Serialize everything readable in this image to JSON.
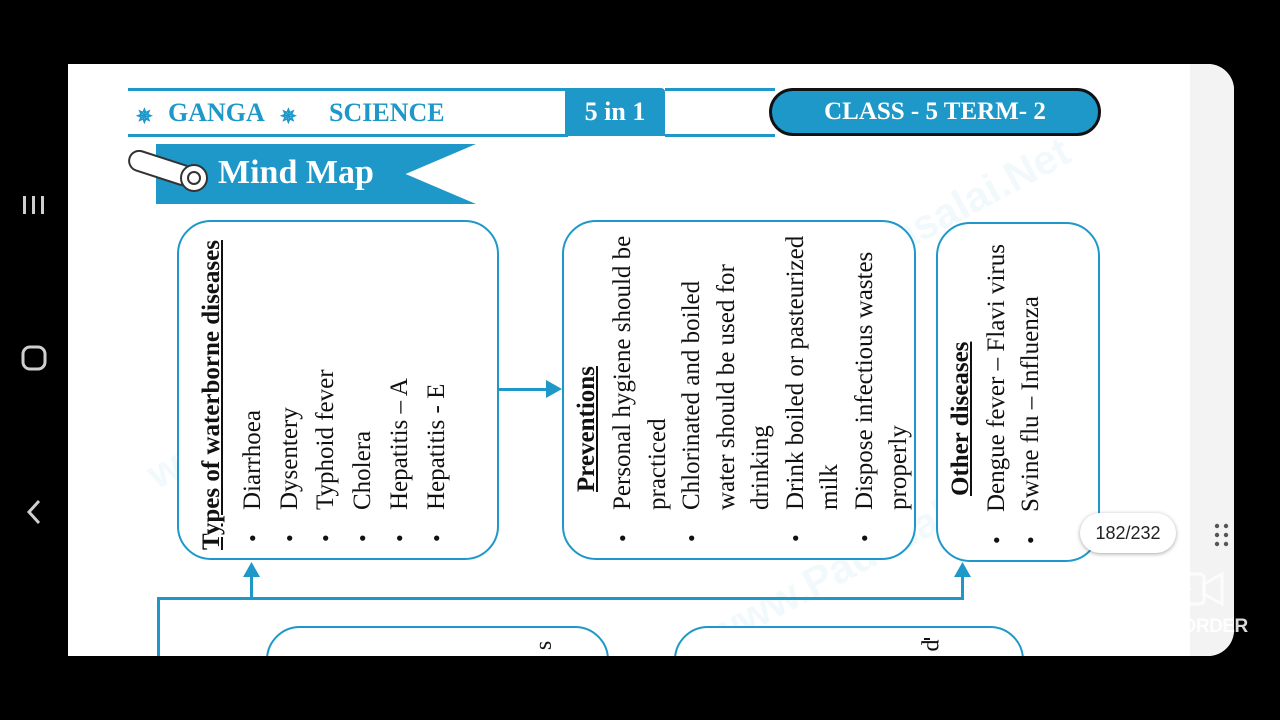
{
  "header": {
    "brand": "GANGA",
    "brand_star": "✵",
    "subject": "SCIENCE",
    "edition": "5 in 1",
    "class_term": "CLASS - 5 TERM- 2"
  },
  "banner": {
    "title": "Mind Map"
  },
  "watermark_text": "www.Padasalai.Net",
  "mindmap": {
    "waterborne": {
      "title": "Types of waterborne diseases",
      "items": [
        "Diarrhoea",
        "Dysentery",
        "Typhoid fever",
        "Cholera",
        "Hepatitis – A",
        "Hepatitis - E"
      ]
    },
    "preventions": {
      "title": "Preventions",
      "items": [
        "Personal hygiene should be practiced",
        "Chlorinated and boiled water should be used for drinking",
        "Drink boiled or pasteurized milk",
        "Dispose infectious wastes properly"
      ]
    },
    "other": {
      "title": "Other diseases",
      "items": [
        "Dengue fever – Flavi virus",
        "Swine flu – Influenza"
      ]
    },
    "lower_left_fragment": "s",
    "lower_right_fragment": "d"
  },
  "viewer": {
    "page_counter": "182/232"
  },
  "recorder": {
    "label": "V RECORDER"
  },
  "nav": {
    "recents": "|||",
    "home": "○",
    "back": "‹"
  },
  "colors": {
    "accent": "#1e98c8",
    "text": "#111111",
    "background": "#000000"
  }
}
